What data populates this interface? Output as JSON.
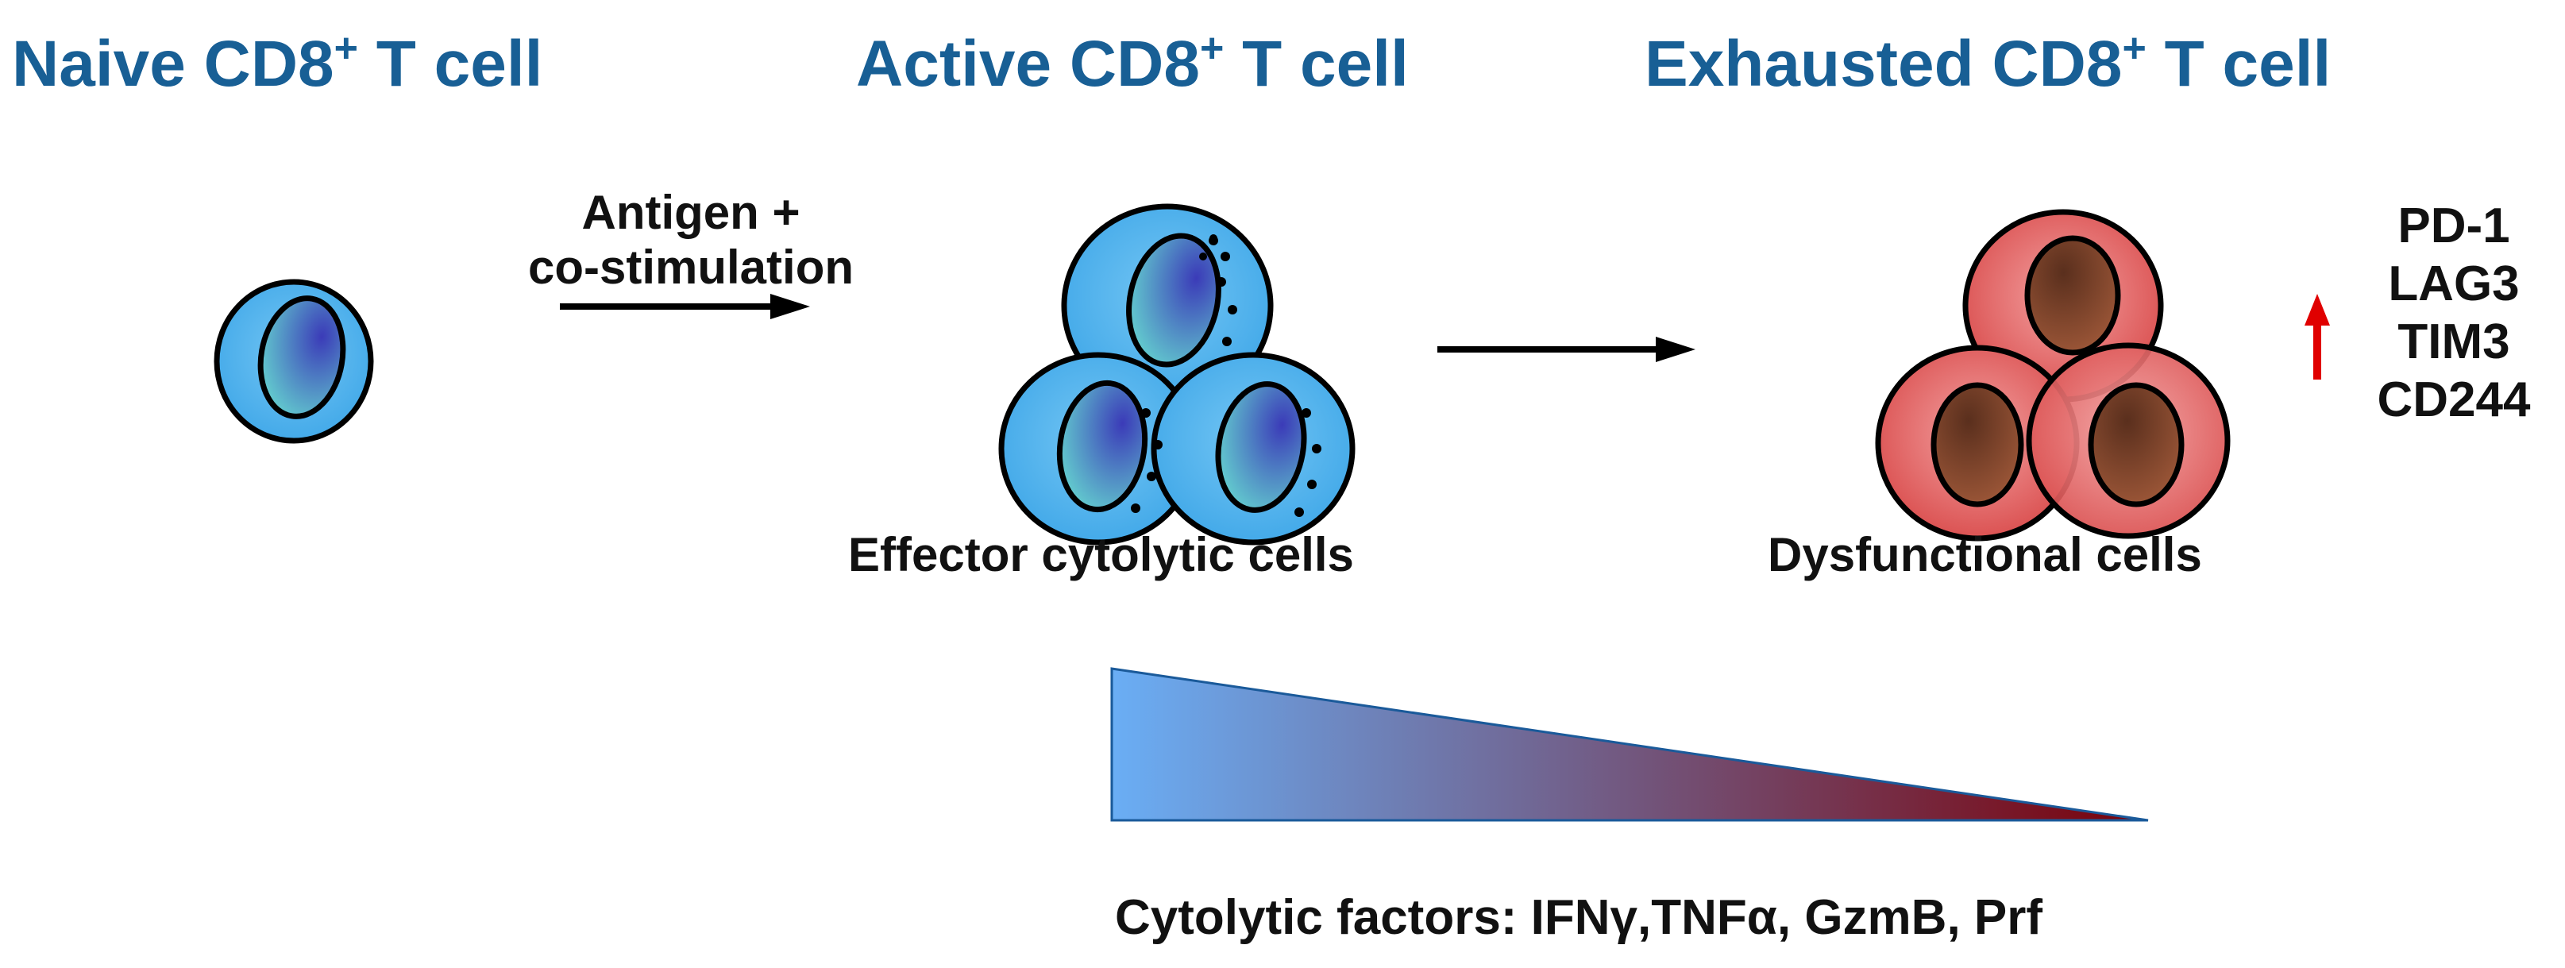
{
  "colors": {
    "stage_title": "#185f95",
    "cell_blue_fill": "#3fa7e8",
    "cell_blue_inner": "#74c6f4",
    "nucleus_blue_a": "#3b3bb8",
    "nucleus_blue_b": "#64d0cf",
    "cell_red_fill": "#d94b4b",
    "cell_red_inner": "#f3a2a2",
    "nucleus_brown_a": "#5a2f1d",
    "nucleus_brown_b": "#a25a3a",
    "arrow_black": "#000000",
    "arrow_red": "#e00000",
    "gradient_start": "#6aaef5",
    "gradient_end": "#7a0008"
  },
  "stages": {
    "naive": {
      "title": "Naive CD8",
      "sup": "+",
      "suffix": " T cell"
    },
    "active": {
      "title": "Active CD8",
      "sup": "+",
      "suffix": " T cell"
    },
    "exhausted": {
      "title": "Exhausted CD8",
      "sup": "+",
      "suffix": " T cell"
    }
  },
  "labels": {
    "stimulus_line1": "Antigen +",
    "stimulus_line2": "co-stimulation",
    "effector": "Effector cytolytic cells",
    "dysfunctional": "Dysfunctional cells",
    "factors": "Cytolytic factors: IFNγ,TNFα, GzmB, Prf"
  },
  "markers": {
    "direction": "up",
    "items": [
      "PD-1",
      "LAG3",
      "TIM3",
      "CD244"
    ]
  },
  "icons": {
    "naive_cell": "blue-t-cell-icon",
    "active_cells": "blue-t-cell-cluster-icon",
    "exhausted_cells": "red-t-cell-cluster-icon",
    "gradient": "decreasing-gradient-triangle"
  }
}
